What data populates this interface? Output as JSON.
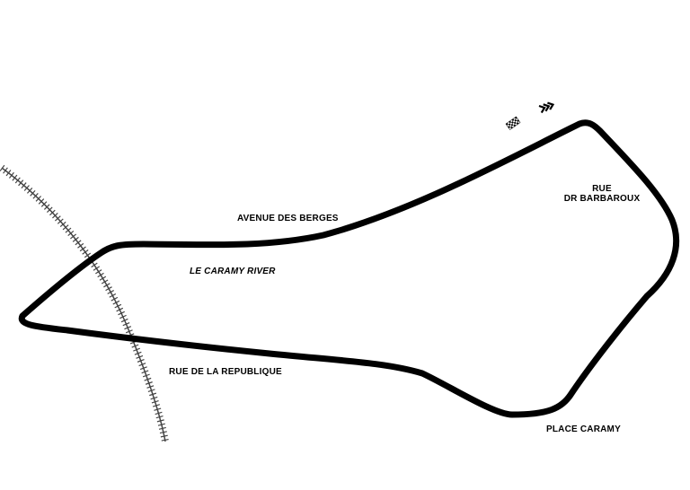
{
  "labels": {
    "avenue": "AVENUE DES BERGES",
    "river": "LE CARAMY RIVER",
    "republique": "RUE DE LA REPUBLIQUE",
    "barbaroux_line1": "RUE",
    "barbaroux_line2": "DR BARBAROUX",
    "place": "PLACE CARAMY"
  },
  "colors": {
    "track": "#000000",
    "railway": "#555555",
    "background": "#ffffff"
  },
  "icons": {
    "start_finish": "checkered-flag-icon",
    "direction": "direction-chevrons-icon"
  }
}
